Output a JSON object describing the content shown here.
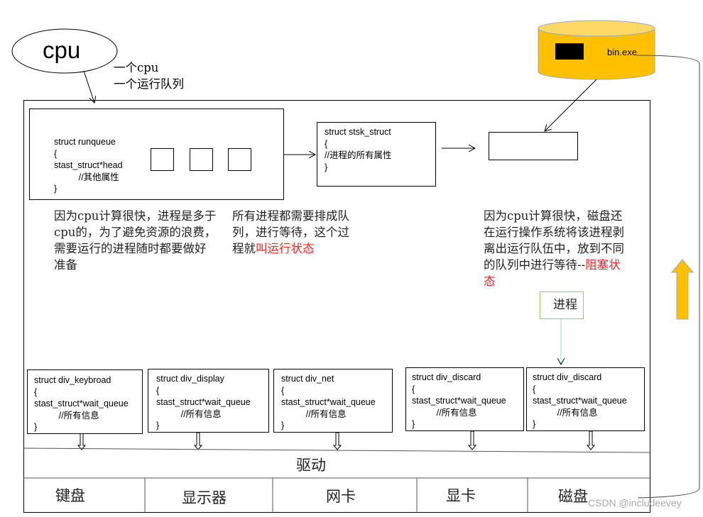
{
  "cpu": {
    "label": "cpu",
    "note1": "一个cpu",
    "note2": "一个运行队列"
  },
  "runqueue": {
    "lines": [
      "struct runqueue",
      "{",
      "stast_struct*head",
      "          //其他属性",
      "}"
    ]
  },
  "task": {
    "lines": [
      "struct stsk_struct",
      "{",
      "//进程的所有属性",
      "}"
    ]
  },
  "disk": {
    "file": "bin.exe",
    "color": "#FFC000"
  },
  "para1": {
    "text": "因为cpu计算很快，进程是多于cpu的，为了避免资源的浪费，需要运行的进程随时都要做好准备"
  },
  "para2": {
    "text": "所有进程都需要排成队列，进行等待，这个过程就",
    "highlight": "叫运行状态"
  },
  "para3": {
    "text": "因为cpu计算很快，磁盘还在运行操作系统将该进程剥离出运行队伍中，放到不同的队列中进行等待--",
    "highlight": "阻塞状态"
  },
  "process_label": "进程",
  "devices_structs": [
    {
      "lines": [
        "struct div_keybroad",
        "{",
        "stast_struct*wait_queue",
        "          //所有信息",
        "}"
      ]
    },
    {
      "lines": [
        "struct div_display",
        "{",
        "stast_struct*wait_queue",
        "          //所有信息",
        "}"
      ]
    },
    {
      "lines": [
        "struct div_net",
        "{",
        "stast_struct*wait_queue",
        "          //所有信息",
        "}"
      ]
    },
    {
      "lines": [
        "struct div_discard",
        "{",
        "stast_struct*wait_queue",
        "          //所有信息",
        "}"
      ]
    },
    {
      "lines": [
        "struct div_discard",
        "{",
        "stast_struct*wait_queue",
        "          //所有信息",
        "}"
      ]
    }
  ],
  "driver_label": "驱动",
  "hardware": [
    "键盘",
    "显示器",
    "网卡",
    "显卡",
    "磁盘"
  ],
  "watermark": "CSDN @includeevey"
}
